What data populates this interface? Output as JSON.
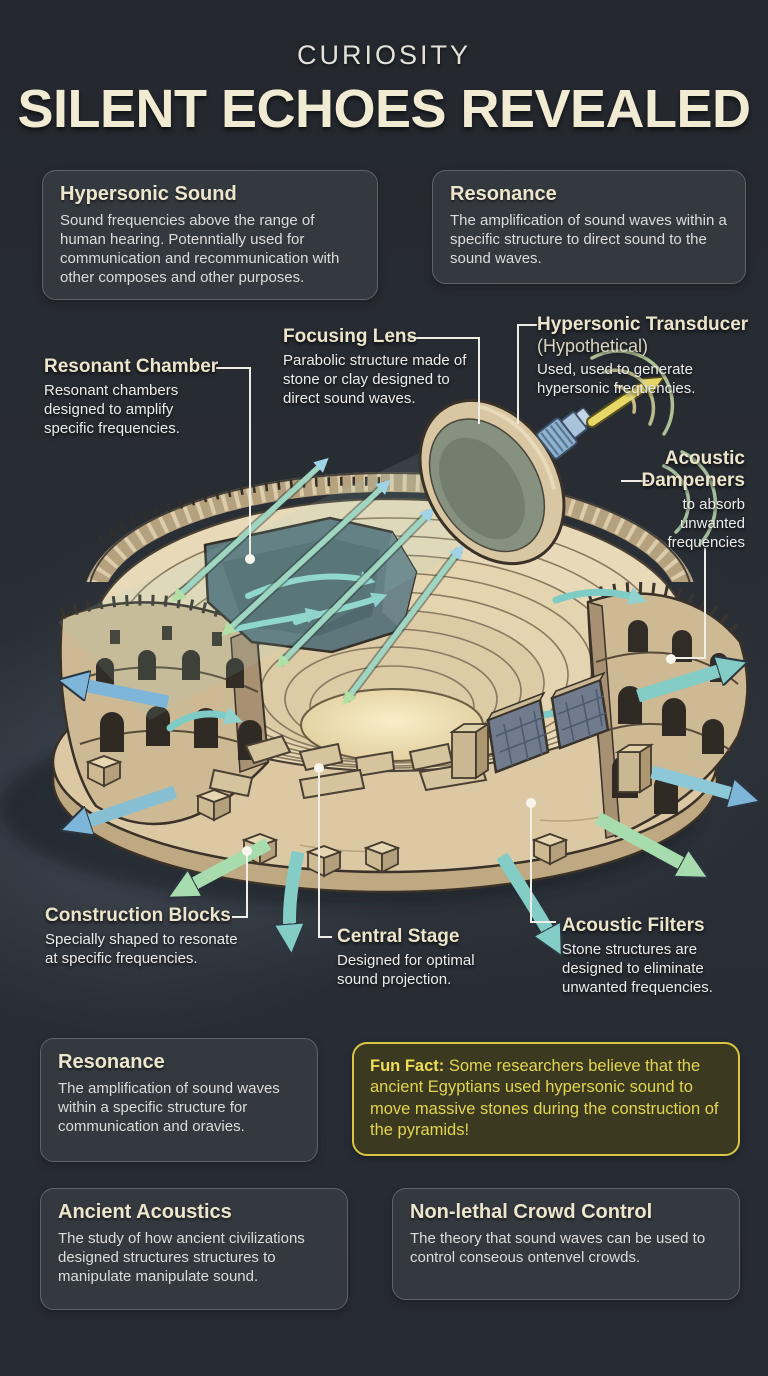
{
  "header": {
    "brand": "CURIOSITY",
    "title": "SILENT ECHOES REVEALED"
  },
  "colors": {
    "background": "#272b32",
    "panel": "#34393f",
    "heading_cream": "#ece5cb",
    "body_text": "#dcdcdc",
    "fun_fact_yellow": "#e3d452",
    "stone_tan": "#d8c7a4",
    "arrow_teal": "#8fd2cf",
    "arrow_green": "#a6dcae",
    "arrow_blue": "#7db6d8"
  },
  "top_boxes": [
    {
      "title": "Hypersonic Sound",
      "body": "Sound frequencies above the range of human hearing. Potenntially used for communication and recommunication with other composes and other purposes."
    },
    {
      "title": "Resonance",
      "body": "The amplification of sound waves within a specific structure to direct sound to the sound waves."
    }
  ],
  "labels": {
    "resonant_chamber": {
      "title": "Resonant Chamber",
      "body": "Resonant chambers designed to amplify specific frequencies."
    },
    "focusing_lens": {
      "title": "Focusing Lens",
      "body": "Parabolic structure made of stone or clay designed to direct sound waves."
    },
    "hypersonic_transducer": {
      "title": "Hypersonic Transducer",
      "subtitle": "(Hypothetical)",
      "body": "Used, used to generate hypersonic frequencies."
    },
    "acoustic_dampeners": {
      "title": "Acoustic Dampeners",
      "body": "to absorb unwanted frequencies"
    },
    "construction_blocks": {
      "title": "Construction Blocks",
      "body": "Specially shaped to resonate at specific frequencies."
    },
    "central_stage": {
      "title": "Central Stage",
      "body": "Designed for optimal sound projection."
    },
    "acoustic_filters": {
      "title": "Acoustic Filters",
      "body": "Stone structures are designed to eliminate unwanted frequencies."
    }
  },
  "bottom_boxes": {
    "resonance": {
      "title": "Resonance",
      "body": "The amplification of sound waves within a specific structure for communication and oravies."
    },
    "ancient_acoustics": {
      "title": "Ancient Acoustics",
      "body": "The study of how ancient civilizations designed structures structures to manipulate manipulate sound."
    },
    "crowd_control": {
      "title": "Non-lethal Crowd Control",
      "body": "The theory that sound waves can be used to control conseous ontenvel crowds."
    }
  },
  "fun_fact": {
    "label": "Fun Fact:",
    "body": " Some researchers believe that the ancient Egyptians used hypersonic sound to move massive stones during the construction of the pyramids!"
  }
}
